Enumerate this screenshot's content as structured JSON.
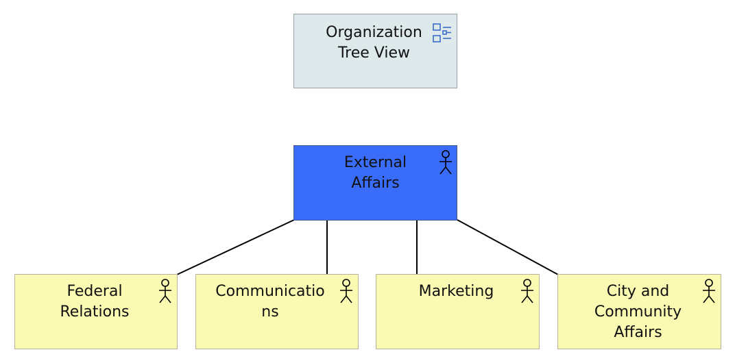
{
  "view": {
    "label": "Organization\nTree View",
    "icon": "tree-view-icon",
    "color": "#dde9ea"
  },
  "root": {
    "label": "External\nAffairs",
    "icon": "actor-icon",
    "color": "#3a6cfa"
  },
  "children": [
    {
      "label": "Federal\nRelations",
      "icon": "actor-icon"
    },
    {
      "label": "Communicatio\nns",
      "icon": "actor-icon"
    },
    {
      "label": "Marketing",
      "icon": "actor-icon"
    },
    {
      "label": "City and\nCommunity\nAffairs",
      "icon": "actor-icon"
    }
  ],
  "colors": {
    "child_fill": "#fafab2",
    "connector": "#000000"
  }
}
